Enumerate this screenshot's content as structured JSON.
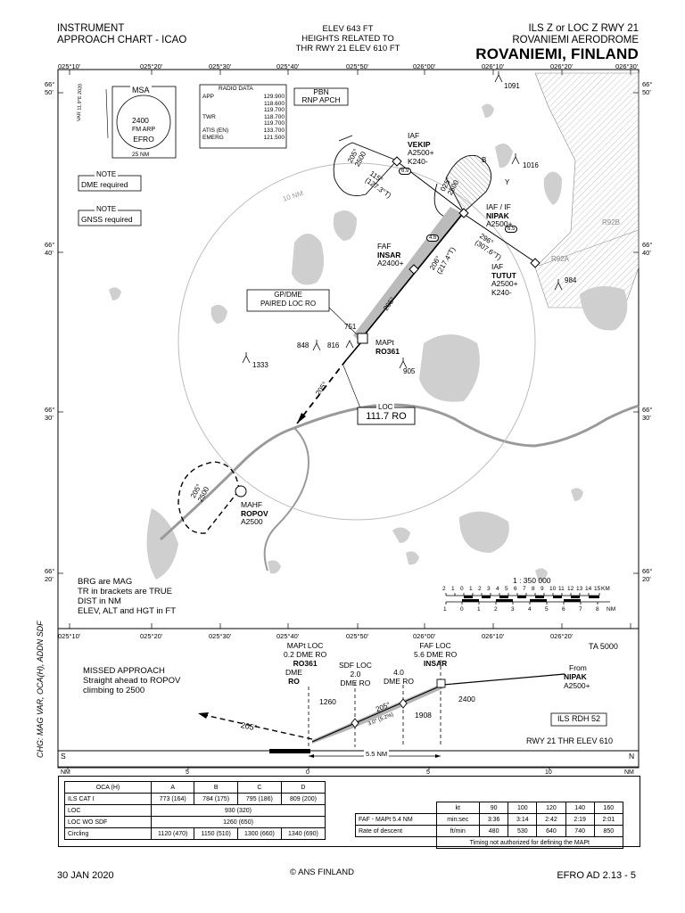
{
  "header": {
    "left_line1": "INSTRUMENT",
    "left_line2": "APPROACH CHART - ICAO",
    "center_line1": "ELEV 643 FT",
    "center_line2": "HEIGHTS RELATED TO",
    "center_line3": "THR RWY 21  ELEV 610 FT",
    "right_line1": "ILS Z or LOC Z RWY 21",
    "right_line2": "ROVANIEMI AERODROME",
    "right_line3": "ROVANIEMI, FINLAND"
  },
  "longitude_ticks": [
    "025°10'",
    "025°20'",
    "025°30'",
    "025°40'",
    "025°50'",
    "026°00'",
    "026°10'",
    "026°20'",
    "026°30'"
  ],
  "latitude_ticks": [
    {
      "deg": "66°",
      "min": "50'"
    },
    {
      "deg": "66°",
      "min": "40'"
    },
    {
      "deg": "66°",
      "min": "30'"
    },
    {
      "deg": "66°",
      "min": "20'"
    }
  ],
  "msa": {
    "title": "MSA",
    "altitude": "2400",
    "center_line1": "FM ARP",
    "center_line2": "EFRO",
    "radius": "25 NM",
    "variation": "VAR 11.9°E 2020"
  },
  "radio_data": {
    "title": "RADIO DATA",
    "rows": [
      {
        "label": "APP",
        "freq": "129.900"
      },
      {
        "label": "",
        "freq": "118.600"
      },
      {
        "label": "",
        "freq": "119.700"
      },
      {
        "label": "TWR",
        "freq": "118.700"
      },
      {
        "label": "",
        "freq": "119.700"
      },
      {
        "label": "ATIS (EN)",
        "freq": "133.700"
      },
      {
        "label": "EMERG",
        "freq": "121.500"
      }
    ]
  },
  "pbn": {
    "line1": "PBN",
    "line2": "RNP APCH"
  },
  "notes": [
    {
      "title": "NOTE",
      "text": "DME required"
    },
    {
      "title": "NOTE",
      "text": "GNSS required"
    }
  ],
  "ring_label": "10 NM",
  "fixes": {
    "vekip": {
      "role": "IAF",
      "name": "VEKIP",
      "alt": "A2500+",
      "speed": "K240-"
    },
    "nipak": {
      "role": "IAF / IF",
      "name": "NIPAK",
      "alt": "A2500+"
    },
    "insar": {
      "role": "FAF",
      "name": "INSAR",
      "alt": "A2400+"
    },
    "tutut": {
      "role": "IAF",
      "name": "TUTUT",
      "alt": "A2500+",
      "speed": "K240-"
    },
    "ro361": {
      "role": "MAPt",
      "name": "RO361"
    },
    "ropov": {
      "role": "MAHF",
      "name": "ROPOV",
      "alt": "A2500"
    }
  },
  "map_labels": {
    "obst_1091": "1091",
    "obst_1016": "1016",
    "obst_984": "984",
    "obst_1333": "1333",
    "obst_848": "848",
    "obst_816": "816",
    "obst_751": "751",
    "obst_905": "905",
    "area_r92b": "R92B",
    "area_r92a": "R92A",
    "gp_dme_line1": "GP/DME",
    "gp_dme_line2": "PAIRED LOC RO",
    "loc_title": "LOC",
    "loc_freq": "111.7 RO",
    "leg_vekip_track": "115°",
    "leg_vekip_true": "(127.3°T)",
    "leg_vekip_dist": "6.9",
    "leg_tutut_track": "296°",
    "leg_tutut_true": "(307.6°T)",
    "leg_tutut_dist": "6.5",
    "leg_final_track": "206°",
    "leg_final_true": "(217.4°T)",
    "leg_final_dist": "4.6",
    "hold_track": "205°",
    "hold_alt": "2500",
    "hold_out_track": "025°",
    "hold_out_alt": "2500",
    "final_label": "205°",
    "missed_label": "205°",
    "mahf_track": "205°",
    "mahf_alt": "2500",
    "hold_b": "B",
    "hold_y": "Y"
  },
  "legend": {
    "line1": "BRG are MAG",
    "line2": "TR in brackets are TRUE",
    "line3": "DIST in NM",
    "line4": "ELEV, ALT and HGT in FT"
  },
  "scale": {
    "title": "1 : 350 000",
    "km_ticks": [
      "2",
      "1",
      "0",
      "1",
      "2",
      "3",
      "4",
      "5",
      "6",
      "7",
      "8",
      "9",
      "10",
      "11",
      "12",
      "13",
      "14",
      "15"
    ],
    "km_unit": "KM",
    "nm_ticks": [
      "1",
      "0",
      "1",
      "2",
      "3",
      "4",
      "5",
      "6",
      "7",
      "8"
    ],
    "nm_unit": "NM"
  },
  "side_note": "CHG: MAG VAR, OCA(H), ADDN SDF",
  "profile": {
    "ta": "TA 5000",
    "mapt": {
      "line1": "MAPt LOC",
      "line2": "0.2 DME RO",
      "line3": "RO361"
    },
    "dme_ro": {
      "line1": "DME",
      "line2": "RO"
    },
    "sdf": {
      "line1": "SDF LOC",
      "line2": "2.0",
      "line3": "DME",
      "line4": "RO"
    },
    "dme4": {
      "line1": "4.0",
      "line2": "DME RO"
    },
    "faf": {
      "line1": "FAF LOC",
      "line2": "5.6 DME RO",
      "line3": "INSAR"
    },
    "from": {
      "line1": "From",
      "line2": "NIPAK",
      "line3": "A2500+"
    },
    "alt_1260": "1260",
    "alt_1908": "1908",
    "alt_2400": "2400",
    "glide_track": "205°",
    "glide_angle": "3.0° (5.2%)",
    "missed_title": "MISSED APPROACH",
    "missed_line1": "Straight ahead to ROPOV",
    "missed_line2": "climbing to 2500",
    "missed_track": "205°",
    "rdh": "ILS RDH 52",
    "rwy": "RWY 21  THR ELEV 610",
    "dist": "5.5 NM",
    "s": "S",
    "n": "N",
    "nm_left": "NM",
    "nm_right": "NM",
    "nm_ticks": [
      "5",
      "0",
      "5",
      "10"
    ]
  },
  "oca_table": {
    "header": [
      "OCA (H)",
      "A",
      "B",
      "C",
      "D"
    ],
    "rows": [
      [
        "ILS CAT I",
        "773 (164)",
        "784 (175)",
        "795 (186)",
        "809 (200)"
      ],
      [
        "LOC",
        "930 (320)"
      ],
      [
        "LOC WO SDF",
        "1260 (650)"
      ],
      [
        "Circling",
        "1120 (470)",
        "1150 (510)",
        "1300 (660)",
        "1340 (690)"
      ]
    ]
  },
  "speed_table": {
    "header": [
      "",
      "kt",
      "90",
      "100",
      "120",
      "140",
      "160"
    ],
    "rows": [
      [
        "FAF - MAPt  5.4 NM",
        "min:sec",
        "3:36",
        "3:14",
        "2:42",
        "2:19",
        "2:01"
      ],
      [
        "Rate of descent",
        "ft/min",
        "480",
        "530",
        "640",
        "740",
        "850"
      ]
    ],
    "note": "Timing not authorized for defining the MAPt"
  },
  "footer": {
    "date": "30 JAN 2020",
    "copyright": "© ANS FINLAND",
    "page": "EFRO AD 2.13 - 5"
  }
}
